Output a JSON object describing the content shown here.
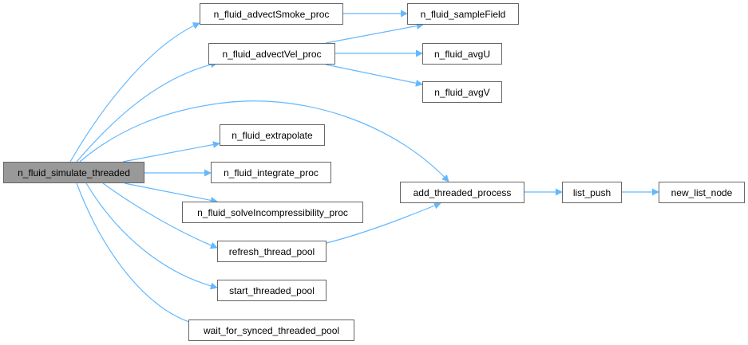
{
  "colors": {
    "edge": "#63b8ff",
    "node_border": "#666666",
    "root_fill": "#999999",
    "node_fill": "#ffffff"
  },
  "nodes": {
    "root": "n_fluid_simulate_threaded",
    "advect_smoke": "n_fluid_advectSmoke_proc",
    "advect_vel": "n_fluid_advectVel_proc",
    "extrapolate": "n_fluid_extrapolate",
    "integrate": "n_fluid_integrate_proc",
    "solve": "n_fluid_solveIncompressibility_proc",
    "refresh": "refresh_thread_pool",
    "start": "start_threaded_pool",
    "wait": "wait_for_synced_threaded_pool",
    "sample_field": "n_fluid_sampleField",
    "avg_u": "n_fluid_avgU",
    "avg_v": "n_fluid_avgV",
    "add_threaded": "add_threaded_process",
    "list_push": "list_push",
    "new_list_node": "new_list_node"
  },
  "edges": [
    [
      "root",
      "advect_smoke"
    ],
    [
      "root",
      "advect_vel"
    ],
    [
      "root",
      "add_threaded"
    ],
    [
      "root",
      "extrapolate"
    ],
    [
      "root",
      "integrate"
    ],
    [
      "root",
      "solve"
    ],
    [
      "root",
      "refresh"
    ],
    [
      "root",
      "start"
    ],
    [
      "root",
      "wait"
    ],
    [
      "advect_smoke",
      "sample_field"
    ],
    [
      "advect_vel",
      "sample_field"
    ],
    [
      "advect_vel",
      "avg_u"
    ],
    [
      "advect_vel",
      "avg_v"
    ],
    [
      "refresh",
      "add_threaded"
    ],
    [
      "add_threaded",
      "list_push"
    ],
    [
      "list_push",
      "new_list_node"
    ]
  ]
}
